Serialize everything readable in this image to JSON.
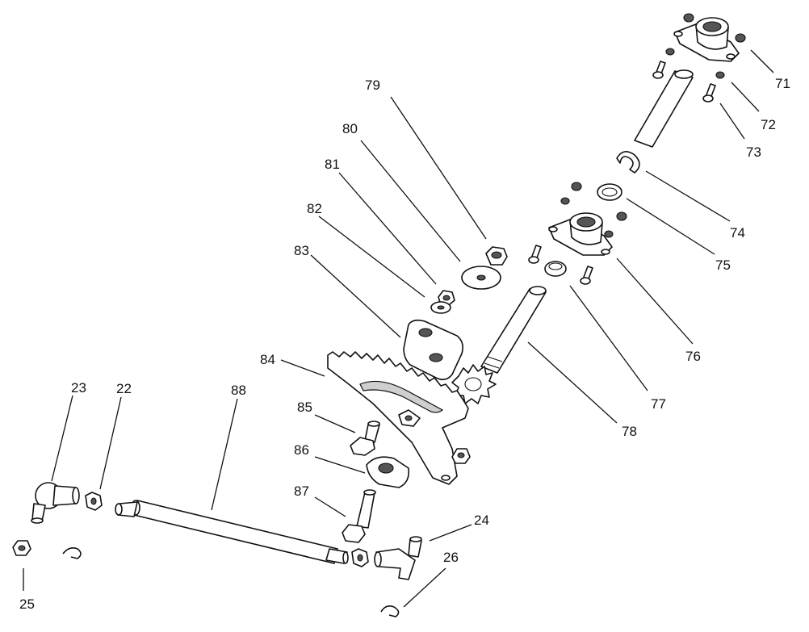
{
  "diagram": {
    "labels": [
      {
        "id": "71",
        "text": "71"
      },
      {
        "id": "72",
        "text": "72"
      },
      {
        "id": "73",
        "text": "73"
      },
      {
        "id": "74",
        "text": "74"
      },
      {
        "id": "75",
        "text": "75"
      },
      {
        "id": "76",
        "text": "76"
      },
      {
        "id": "77",
        "text": "77"
      },
      {
        "id": "78",
        "text": "78"
      },
      {
        "id": "79",
        "text": "79"
      },
      {
        "id": "80",
        "text": "80"
      },
      {
        "id": "81",
        "text": "81"
      },
      {
        "id": "82",
        "text": "82"
      },
      {
        "id": "83",
        "text": "83"
      },
      {
        "id": "84",
        "text": "84"
      },
      {
        "id": "85",
        "text": "85"
      },
      {
        "id": "86",
        "text": "86"
      },
      {
        "id": "87",
        "text": "87"
      },
      {
        "id": "88",
        "text": "88"
      },
      {
        "id": "22",
        "text": "22"
      },
      {
        "id": "23",
        "text": "23"
      },
      {
        "id": "24",
        "text": "24"
      },
      {
        "id": "25",
        "text": "25"
      },
      {
        "id": "26",
        "text": "26"
      }
    ]
  }
}
